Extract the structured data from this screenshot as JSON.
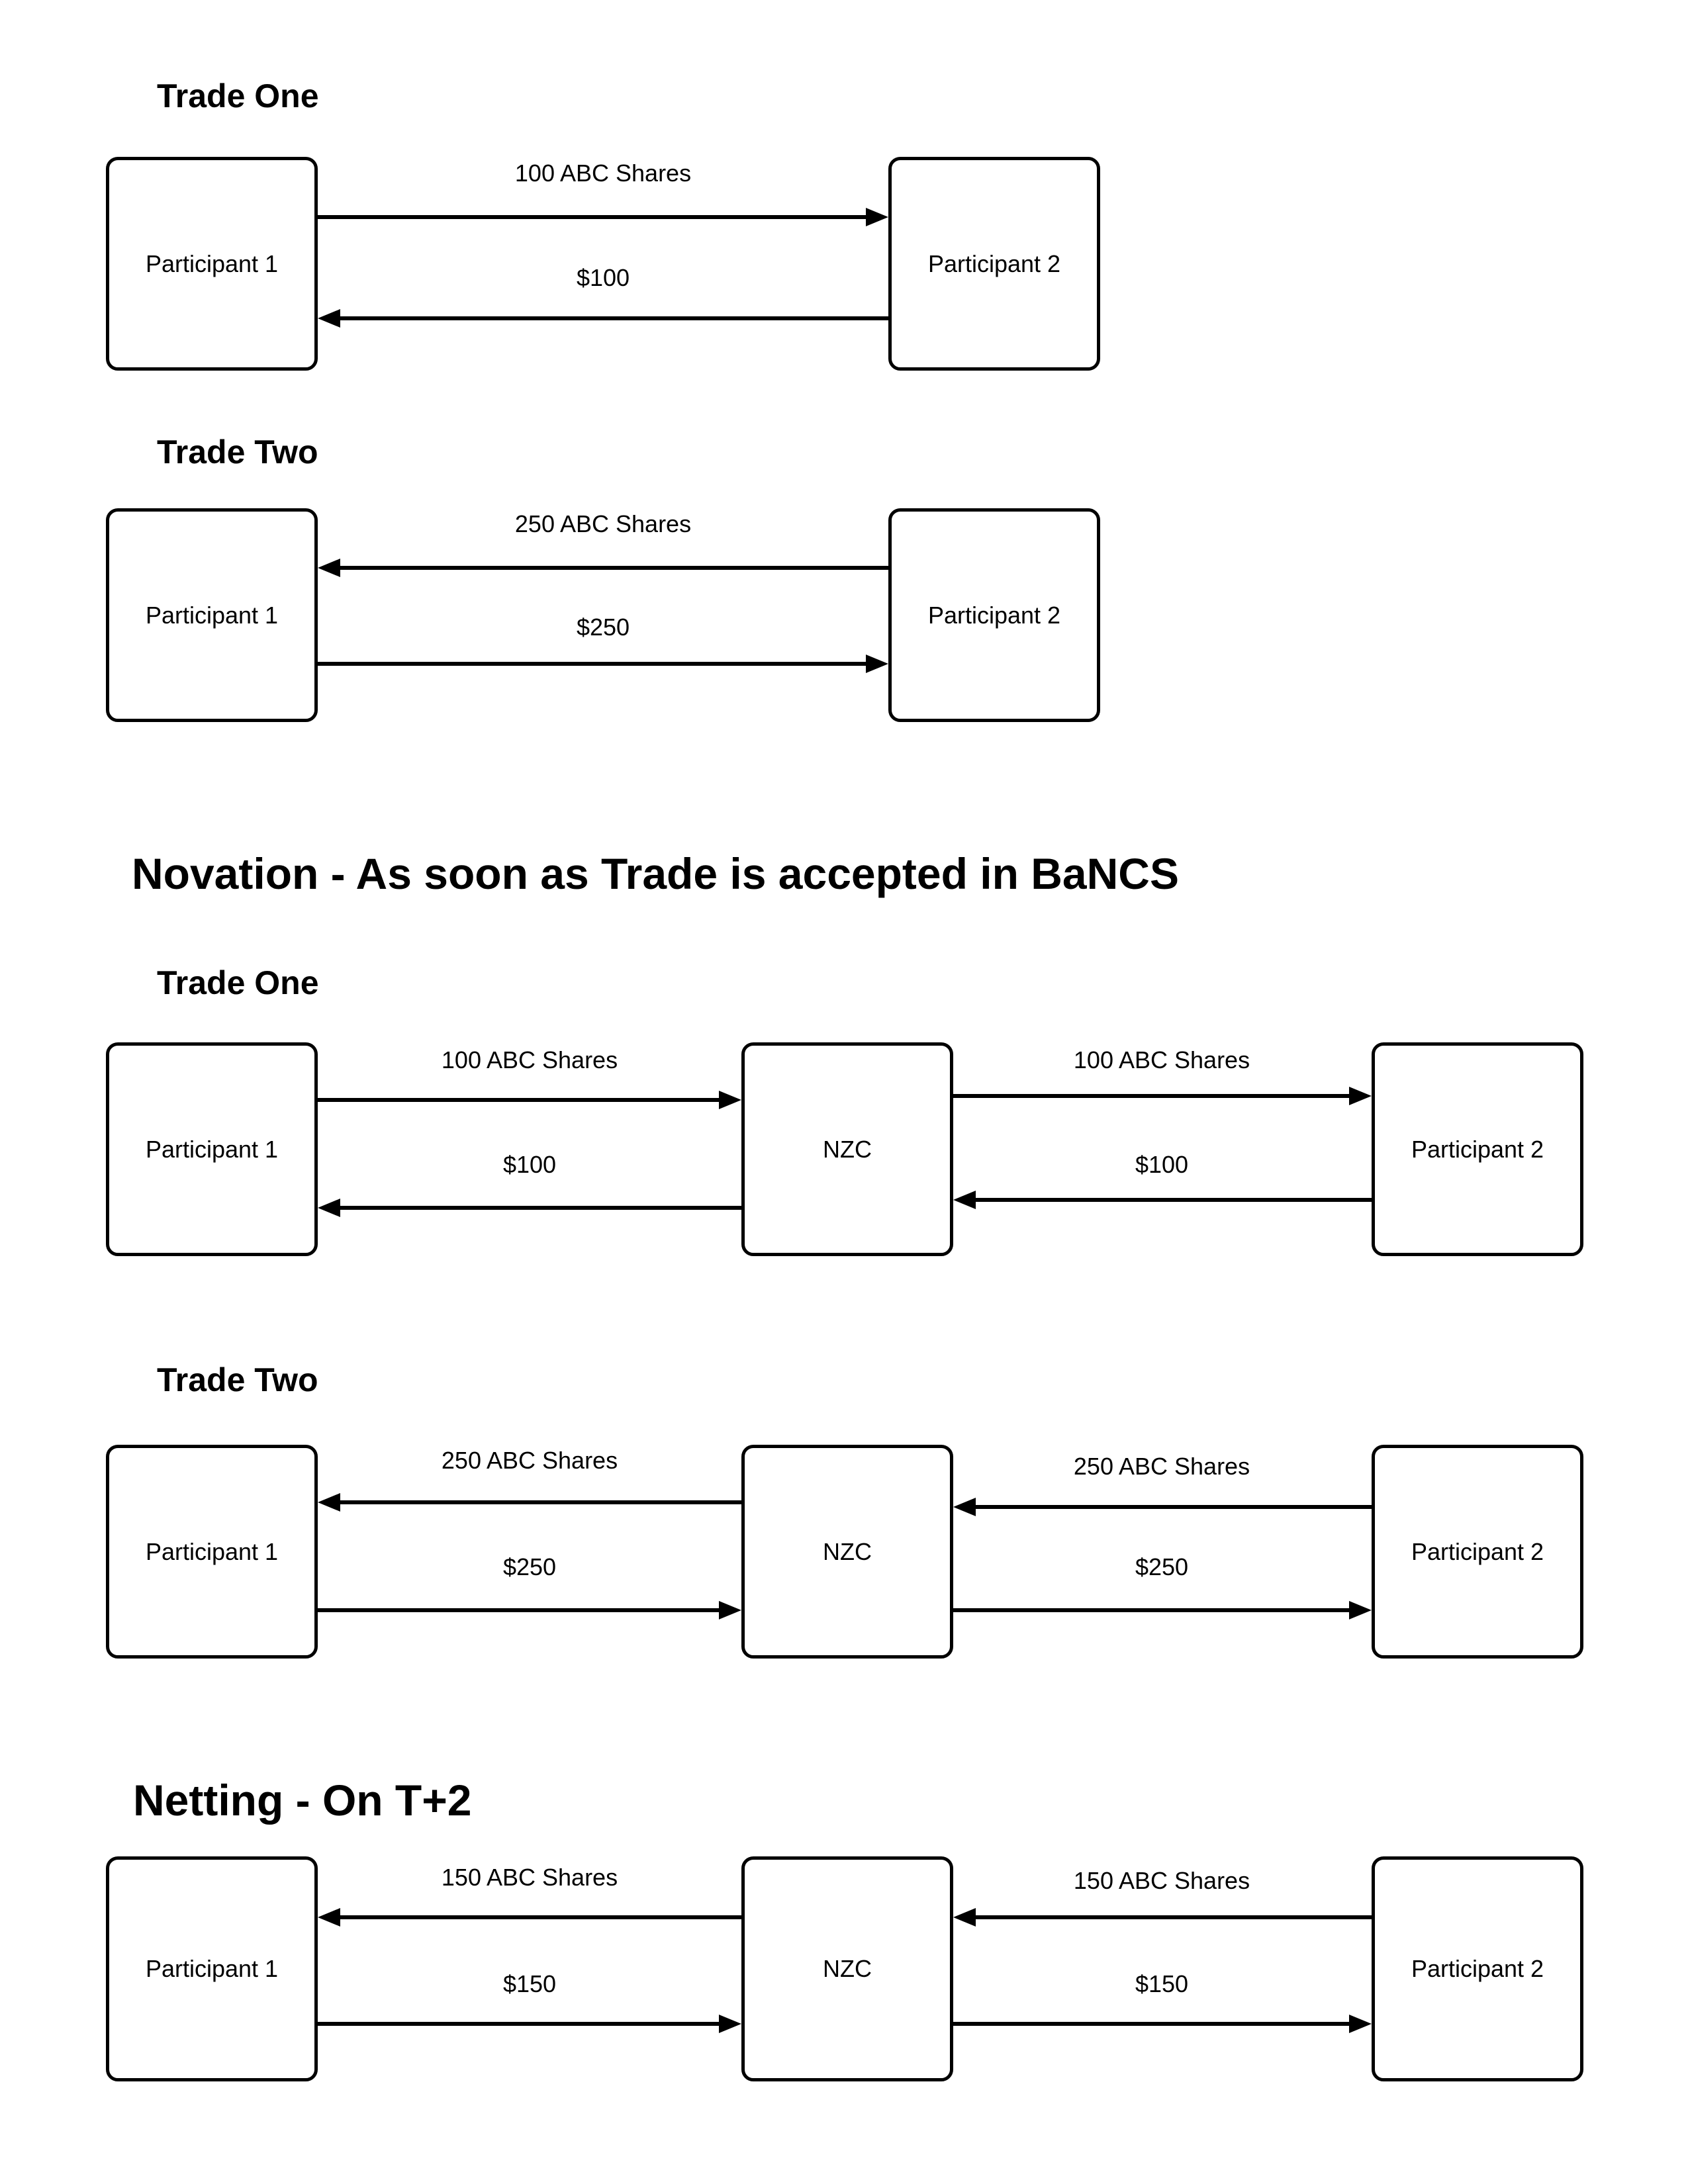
{
  "colors": {
    "ink": "#000000",
    "background": "#ffffff"
  },
  "headings": {
    "novation": "Novation - As soon as Trade is accepted in BaNCS",
    "netting": "Netting - On T+2"
  },
  "diagrams": [
    {
      "section": "pre-novation",
      "title": "Trade One",
      "boxes": [
        {
          "label": "Participant 1"
        },
        {
          "label": "Participant 2"
        }
      ],
      "flows": [
        {
          "label": "100 ABC Shares",
          "from": "Participant 1",
          "to": "Participant 2",
          "direction": "right"
        },
        {
          "label": "$100",
          "from": "Participant 2",
          "to": "Participant 1",
          "direction": "left"
        }
      ]
    },
    {
      "section": "pre-novation",
      "title": "Trade Two",
      "boxes": [
        {
          "label": "Participant 1"
        },
        {
          "label": "Participant 2"
        }
      ],
      "flows": [
        {
          "label": "250 ABC Shares",
          "from": "Participant 2",
          "to": "Participant 1",
          "direction": "left"
        },
        {
          "label": "$250",
          "from": "Participant 1",
          "to": "Participant 2",
          "direction": "right"
        }
      ]
    },
    {
      "section": "novation",
      "title": "Trade One",
      "boxes": [
        {
          "label": "Participant 1"
        },
        {
          "label": "NZC"
        },
        {
          "label": "Participant 2"
        }
      ],
      "flows": [
        {
          "label": "100 ABC Shares",
          "from": "Participant 1",
          "to": "NZC",
          "direction": "right"
        },
        {
          "label": "$100",
          "from": "NZC",
          "to": "Participant 1",
          "direction": "left"
        },
        {
          "label": "100 ABC Shares",
          "from": "NZC",
          "to": "Participant 2",
          "direction": "right"
        },
        {
          "label": "$100",
          "from": "Participant 2",
          "to": "NZC",
          "direction": "left"
        }
      ]
    },
    {
      "section": "novation",
      "title": "Trade Two",
      "boxes": [
        {
          "label": "Participant 1"
        },
        {
          "label": "NZC"
        },
        {
          "label": "Participant 2"
        }
      ],
      "flows": [
        {
          "label": "250 ABC Shares",
          "from": "NZC",
          "to": "Participant 1",
          "direction": "left"
        },
        {
          "label": "$250",
          "from": "Participant 1",
          "to": "NZC",
          "direction": "right"
        },
        {
          "label": "250 ABC Shares",
          "from": "Participant 2",
          "to": "NZC",
          "direction": "left"
        },
        {
          "label": "$250",
          "from": "NZC",
          "to": "Participant 2",
          "direction": "right"
        }
      ]
    },
    {
      "section": "netting",
      "boxes": [
        {
          "label": "Participant 1"
        },
        {
          "label": "NZC"
        },
        {
          "label": "Participant 2"
        }
      ],
      "flows": [
        {
          "label": "150 ABC Shares",
          "from": "NZC",
          "to": "Participant 1",
          "direction": "left"
        },
        {
          "label": "$150",
          "from": "Participant 1",
          "to": "NZC",
          "direction": "right"
        },
        {
          "label": "150 ABC Shares",
          "from": "Participant 2",
          "to": "NZC",
          "direction": "left"
        },
        {
          "label": "$150",
          "from": "NZC",
          "to": "Participant 2",
          "direction": "right"
        }
      ]
    }
  ]
}
